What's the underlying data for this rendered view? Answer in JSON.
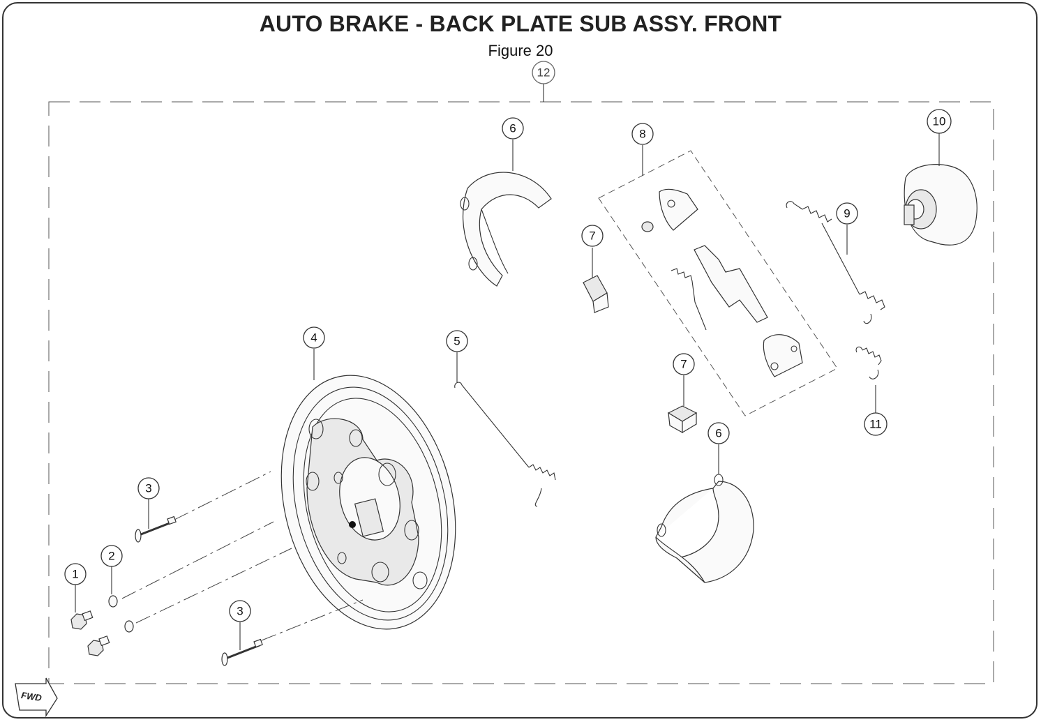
{
  "header": {
    "title": "AUTO BRAKE - BACK PLATE SUB ASSY. FRONT",
    "figure": "Figure 20"
  },
  "callouts": {
    "c1": "1",
    "c2": "2",
    "c3a": "3",
    "c3b": "3",
    "c4": "4",
    "c5": "5",
    "c6a": "6",
    "c6b": "6",
    "c7a": "7",
    "c7b": "7",
    "c8": "8",
    "c9": "9",
    "c10": "10",
    "c11": "11",
    "c12": "12"
  },
  "direction_label": "FWD"
}
